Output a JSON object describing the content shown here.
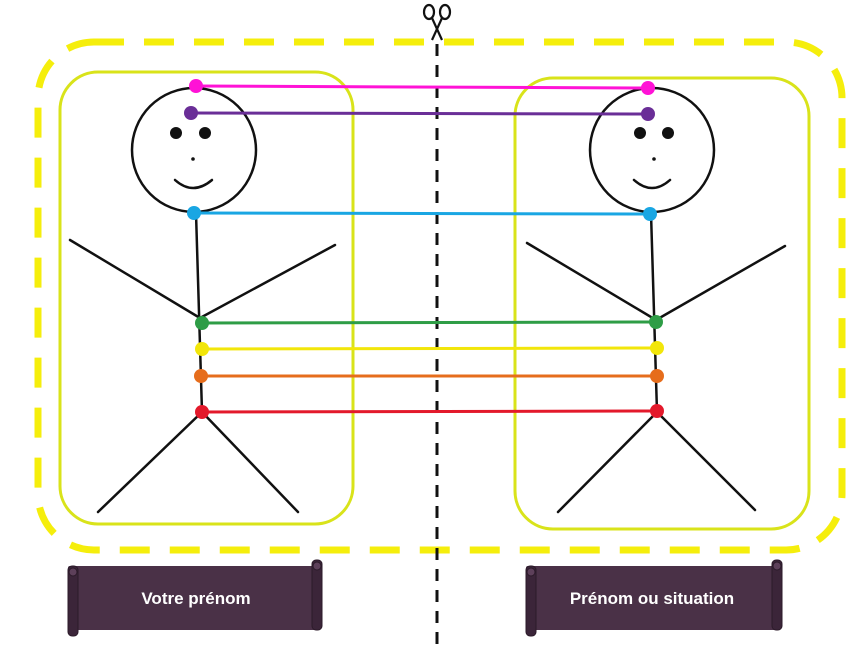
{
  "banners": {
    "left": "Votre prénom",
    "right": "Prénom ou situation"
  },
  "icons": {
    "cut": "scissors-icon"
  },
  "colors": {
    "outer_dash": "#f5ee0c",
    "inner_frame": "#d9e31a",
    "cut_line": "#111111",
    "banner_fill": "#4a3147",
    "figure_stroke": "#111111"
  },
  "cords": [
    {
      "name": "cord-magenta",
      "color": "#ff12d6"
    },
    {
      "name": "cord-purple",
      "color": "#6a2e97"
    },
    {
      "name": "cord-cyan",
      "color": "#19a6e3"
    },
    {
      "name": "cord-green",
      "color": "#2e9d46"
    },
    {
      "name": "cord-yellow",
      "color": "#f2e60a"
    },
    {
      "name": "cord-orange",
      "color": "#e66d1c"
    },
    {
      "name": "cord-red",
      "color": "#e3192b"
    }
  ]
}
